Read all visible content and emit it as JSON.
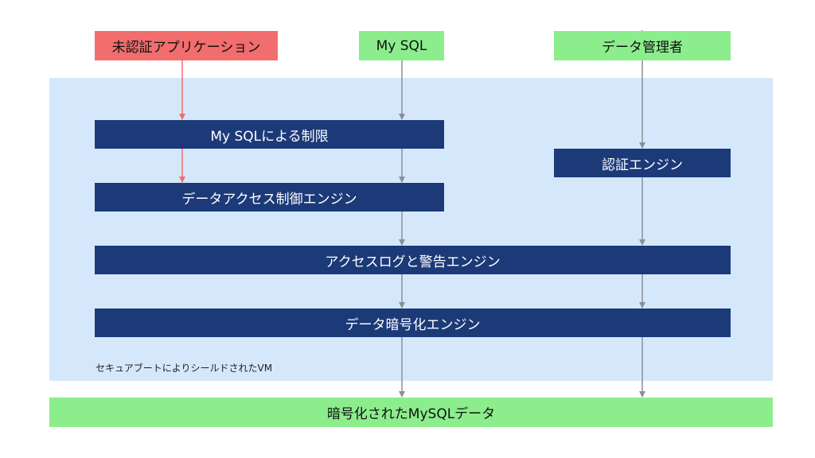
{
  "sources": {
    "unauth_app": "未認証アプリケーション",
    "mysql": "My SQL",
    "data_admin": "データ管理者"
  },
  "sealed_vm_label": "セキュアブートによりシールドされたVM",
  "engines": {
    "mysql_restriction": "My SQLによる制限",
    "auth_engine": "認証エンジン",
    "access_control": "データアクセス制御エンジン",
    "access_log": "アクセスログと警告エンジン",
    "encryption": "データ暗号化エンジン"
  },
  "output": "暗号化されたMySQLデータ",
  "colors": {
    "unauth": "#f26d6d",
    "trusted": "#8ced8c",
    "engine": "#1c3a78",
    "vm_background": "#d5e8fb",
    "arrow_red": "#f26d6d",
    "arrow_gray": "#8a8f9a"
  }
}
